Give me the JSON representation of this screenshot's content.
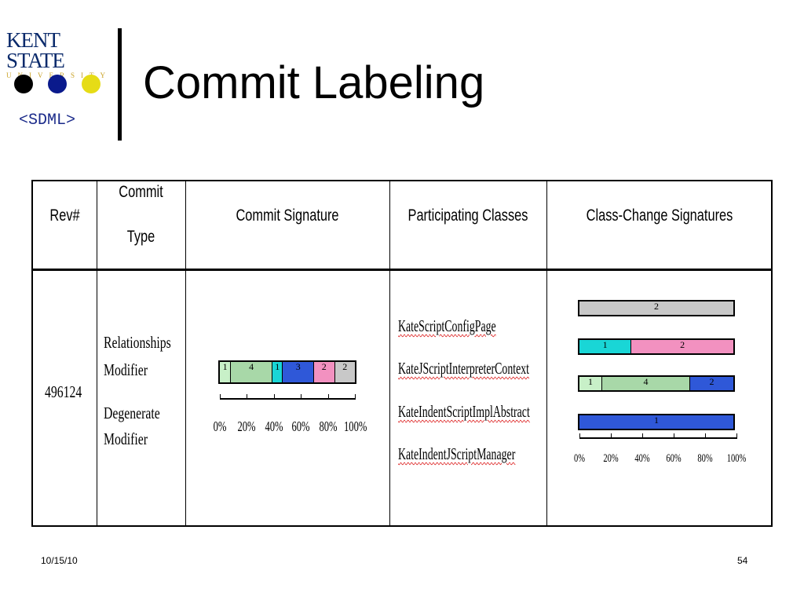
{
  "header": {
    "logo_main": "KENT STATE",
    "logo_sub": "UNIVERSITY",
    "tag": "<SDML>",
    "title": "Commit Labeling",
    "dot_colors": [
      "#000000",
      "#0a1a8c",
      "#e6dc16"
    ]
  },
  "table": {
    "headers": {
      "rev": "Rev#",
      "commit_type_1": "Commit",
      "commit_type_2": "Type",
      "commit_signature": "Commit Signature",
      "participating_classes": "Participating Classes",
      "class_change_signatures": "Class-Change Signatures"
    },
    "row": {
      "rev": "496124",
      "commit_type_lines": [
        "Relationships",
        "Modifier",
        "Degenerate",
        "Modifier"
      ],
      "classes": [
        "KateScriptConfigPage",
        "KateJScriptInterpreterContext",
        "KateIndentScriptImplAbstract",
        "KateIndentJScriptManager"
      ]
    }
  },
  "chart_data": [
    {
      "type": "bar",
      "name_hint": "commit-signature",
      "stacked": true,
      "percent": true,
      "series": [
        {
          "labels": [
            "1",
            "4",
            "1",
            "3",
            "2",
            "2"
          ],
          "values": [
            1,
            4,
            1,
            3,
            2,
            2
          ],
          "colors": [
            "#c8f0c8",
            "#a8d8a8",
            "#19d6d6",
            "#2f58d8",
            "#f291c0",
            "#c8c8c8"
          ]
        }
      ],
      "ticks": [
        "0%",
        "20%",
        "40%",
        "60%",
        "80%",
        "100%"
      ]
    },
    {
      "type": "bar",
      "name_hint": "class-change-signatures",
      "stacked": true,
      "percent": true,
      "series": [
        {
          "labels": [
            "2"
          ],
          "values": [
            2
          ],
          "colors": [
            "#c8c8c8"
          ]
        },
        {
          "labels": [
            "1",
            "2"
          ],
          "values": [
            1,
            2
          ],
          "colors": [
            "#19d6d6",
            "#f291c0"
          ]
        },
        {
          "labels": [
            "1",
            "4",
            "2"
          ],
          "values": [
            1,
            4,
            2
          ],
          "colors": [
            "#c8f0c8",
            "#a8d8a8",
            "#2f58d8"
          ]
        },
        {
          "labels": [
            "1"
          ],
          "values": [
            1
          ],
          "colors": [
            "#2f58d8"
          ]
        }
      ],
      "ticks": [
        "0%",
        "20%",
        "40%",
        "60%",
        "80%",
        "100%"
      ]
    }
  ],
  "footer": {
    "date": "10/15/10",
    "page": "54"
  }
}
